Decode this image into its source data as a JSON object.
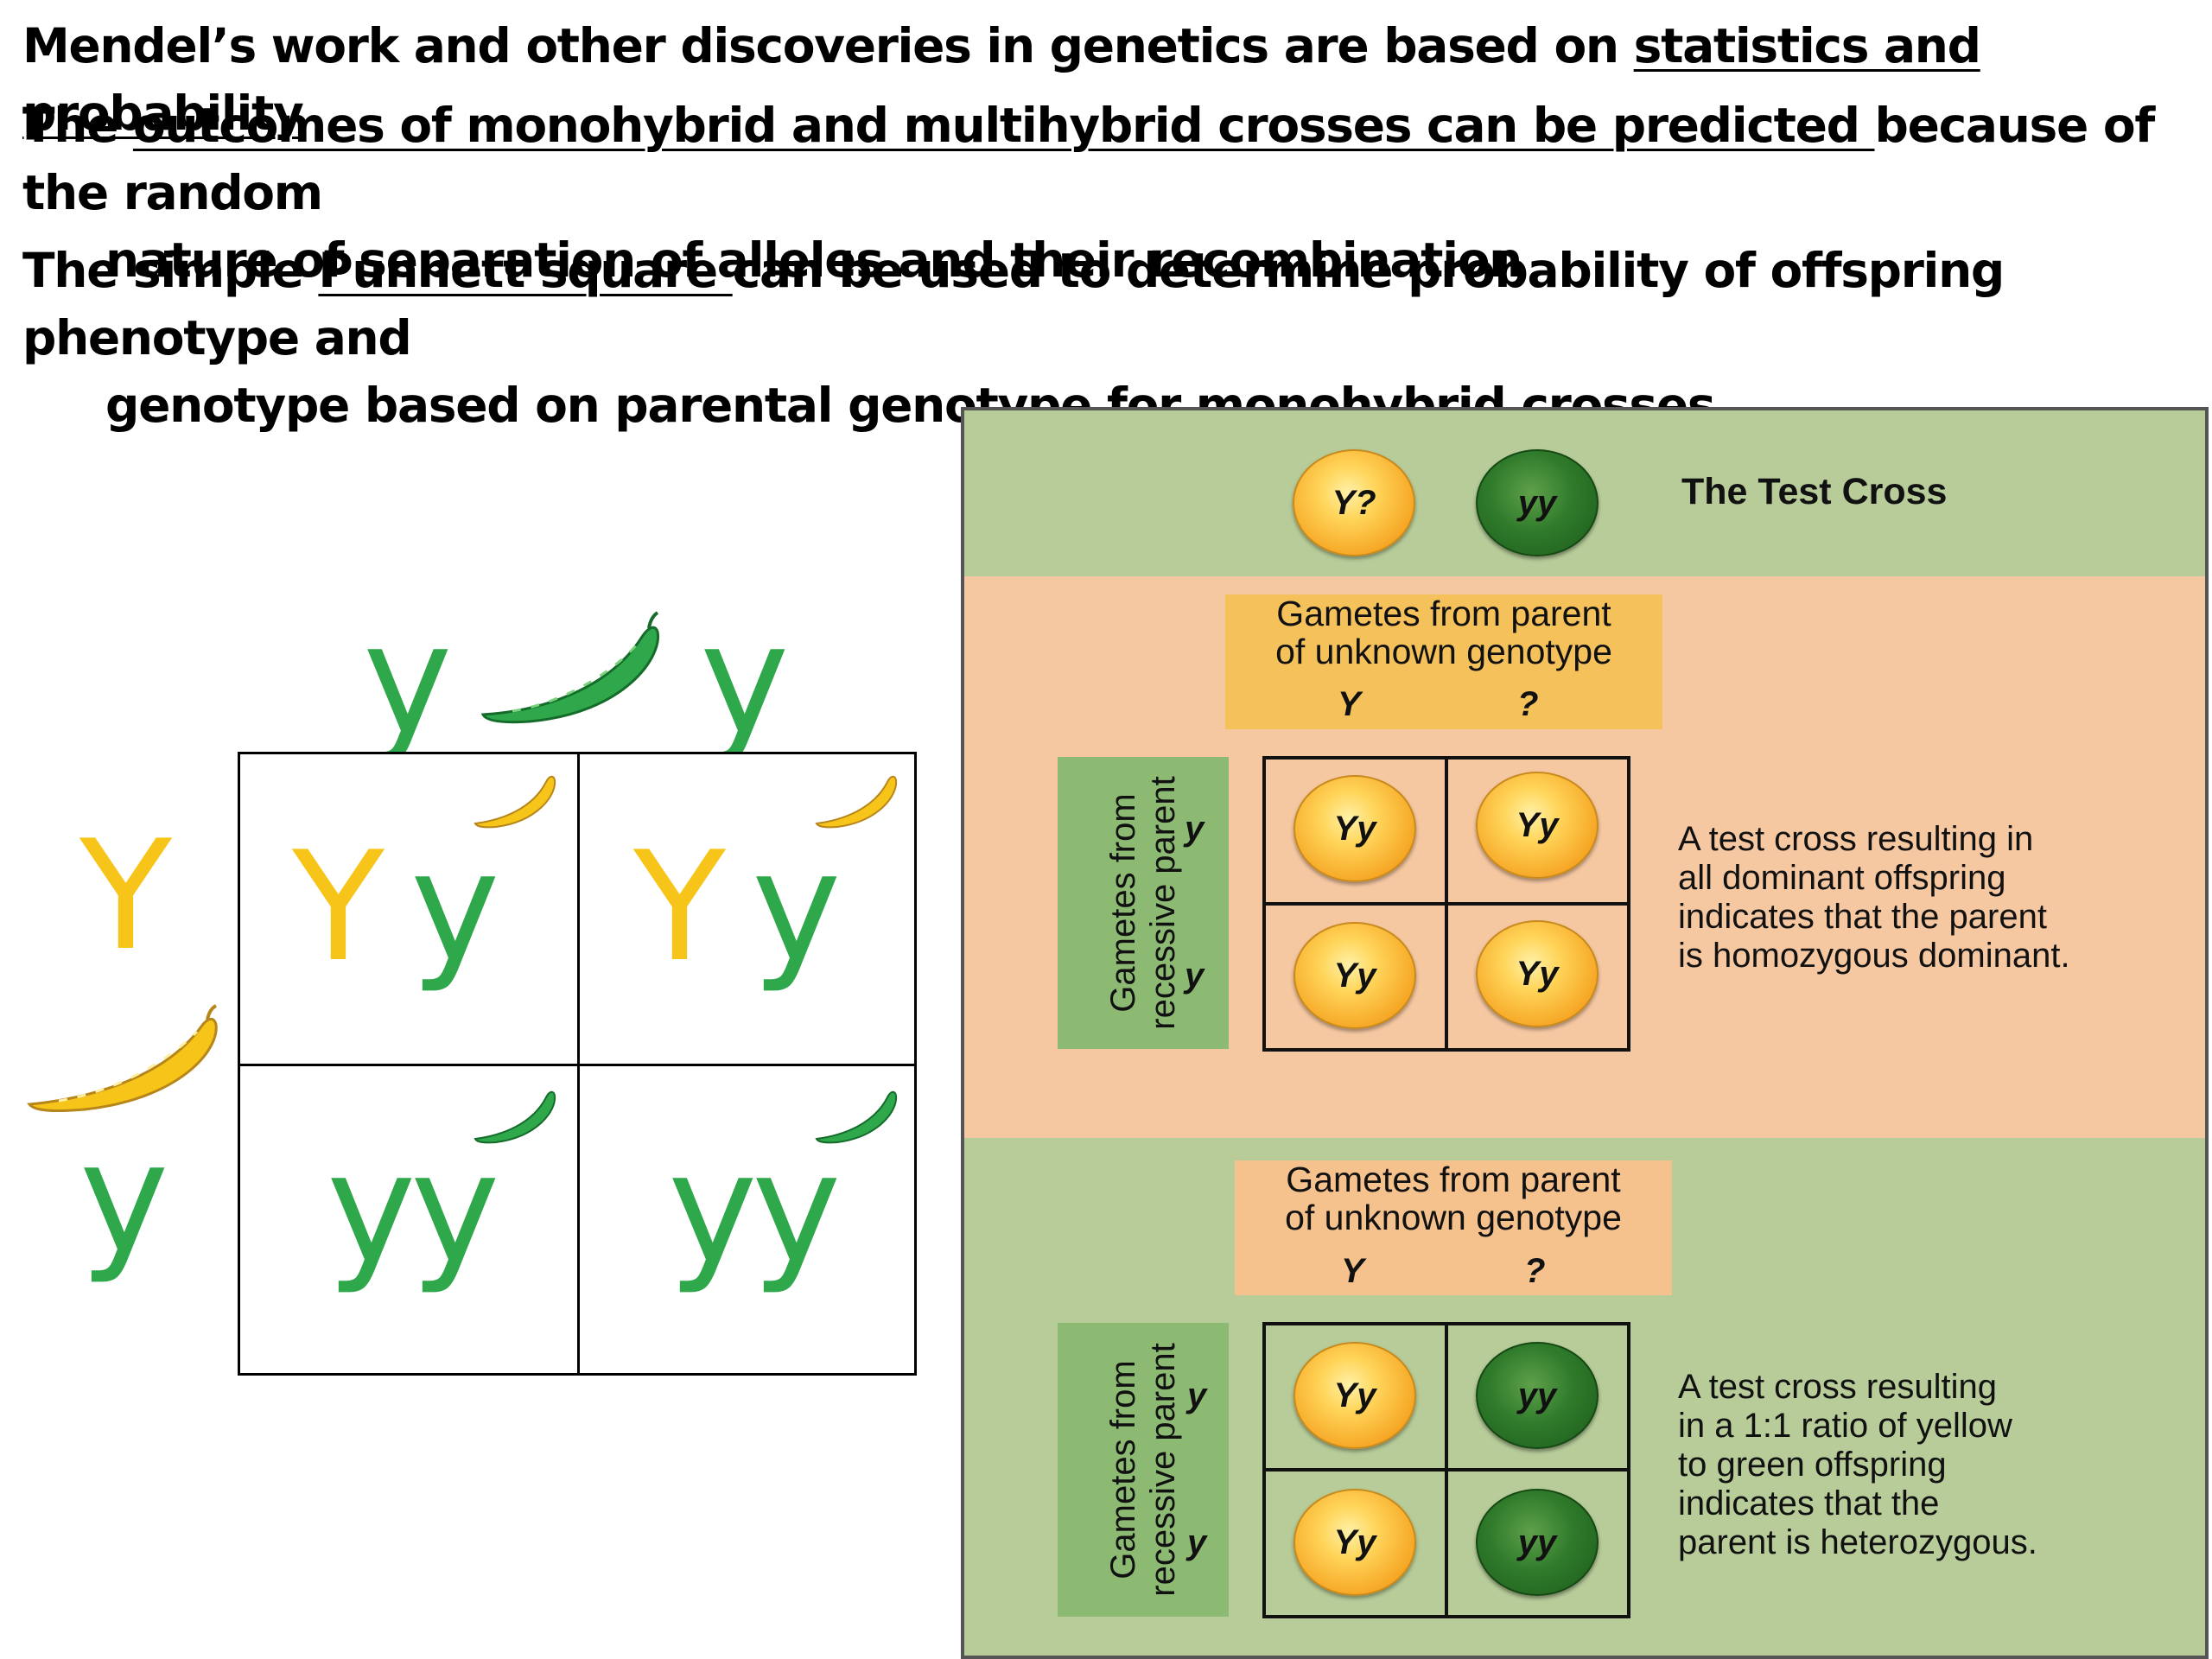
{
  "bullets": {
    "b1": {
      "text": "Mendel’s work and other discoveries in genetics are based on ",
      "underline": "statistics and probability"
    },
    "b2": {
      "pre": "The ",
      "underline": "outcomes of monohybrid and multihybrid crosses can be predicted ",
      "post": "because of the random",
      "line2": "nature of separation of alleles and their recombination"
    },
    "b3": {
      "pre": "The simple ",
      "underline": "Punnett square ",
      "post": "can be used to determine probability of offspring phenotype and",
      "line2": "genotype based on parental genotype for monohybrid crosses"
    }
  },
  "punnett": {
    "top_left": "y",
    "top_right": "y",
    "left_top": "Y",
    "left_bottom": "y",
    "cells": [
      {
        "first": "Y",
        "second": "y"
      },
      {
        "first": "Y",
        "second": "y"
      },
      {
        "first": "y",
        "second": "y"
      },
      {
        "first": "y",
        "second": "y"
      }
    ]
  },
  "test_cross": {
    "title": "The Test Cross",
    "parent_unknown": "Y?",
    "parent_recessive": "yy",
    "case1": {
      "gametes_label_l1": "Gametes from parent",
      "gametes_label_l2": "of unknown genotype",
      "col1": "Y",
      "col2": "?",
      "side_label_l1": "Gametes from",
      "side_label_l2": "recessive parent",
      "row1": "y",
      "row2": "y",
      "cells": [
        "Yy",
        "Yy",
        "Yy",
        "Yy"
      ],
      "description": [
        "A test cross resulting in",
        "all dominant offspring",
        "indicates that the parent",
        "is homozygous dominant."
      ]
    },
    "case2": {
      "gametes_label_l1": "Gametes from parent",
      "gametes_label_l2": "of unknown genotype",
      "col1": "Y",
      "col2": "?",
      "side_label_l1": "Gametes from",
      "side_label_l2": "recessive parent",
      "row1": "y",
      "row2": "y",
      "cells": [
        "Yy",
        "yy",
        "Yy",
        "yy"
      ],
      "description": [
        "A test cross resulting",
        "in a 1:1 ratio of yellow",
        "to green offspring",
        "indicates that the",
        "parent is heterozygous."
      ]
    }
  },
  "colors": {
    "yellow": "#f7c51a",
    "green": "#2ea84a",
    "panel_green": "#b7cc99",
    "panel_peach": "#f6c8a2"
  }
}
